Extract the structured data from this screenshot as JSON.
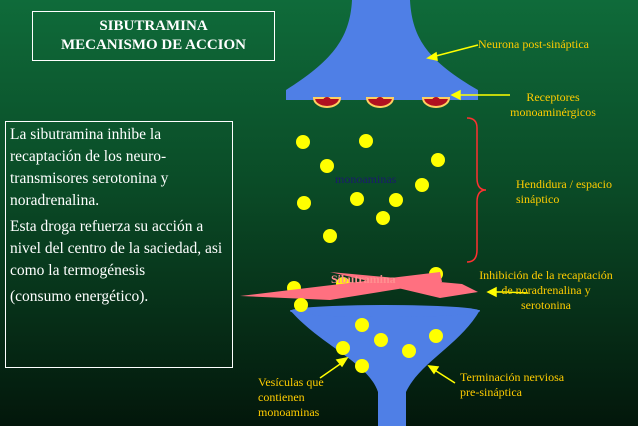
{
  "title": {
    "line1": "SIBUTRAMINA",
    "line2": "MECANISMO DE ACCION"
  },
  "description": {
    "paragraph1": "La sibutramina inhibe la recaptación de los neuro-transmisores serotonina y noradrenalina.",
    "paragraph2": "Esta droga refuerza su acción a nivel del centro de la saciedad, asi como la termogénesis",
    "paragraph3": "(consumo energético)."
  },
  "labels": {
    "postsynaptic": "Neurona post-sináptica",
    "receptors_line1": "Receptores",
    "receptors_line2": "monoaminérgicos",
    "cleft_line1": "Hendidura / espacio",
    "cleft_line2": "sináptico",
    "monoamines": "monoaminas",
    "inhibition_line1": "Inhibición de la recaptación",
    "inhibition_line2": "de noradrenalina y",
    "inhibition_line3": "serotonina",
    "sibutramine": "Sibutramina",
    "terminal_line1": "Terminación nerviosa",
    "terminal_line2": "pre-sináptica",
    "vesicles_line1": "Vesículas que",
    "vesicles_line2": "contienen",
    "vesicles_line3": "monoaminas"
  },
  "colors": {
    "neuron": "#4f7fe6",
    "monoamine": "#ffff00",
    "receptor": "#b01020",
    "sibutramine": "#ff7080",
    "label_text": "#ffcc00",
    "arrow": "#ffff00"
  }
}
